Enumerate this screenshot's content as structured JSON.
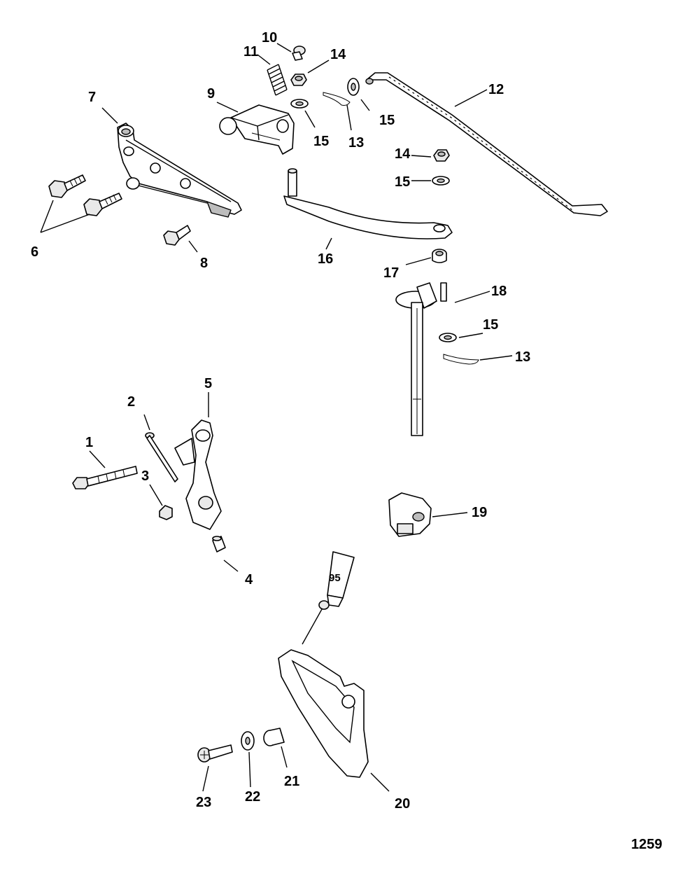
{
  "figure_number": "1259",
  "tube_label": "95",
  "callouts": {
    "c1": "1",
    "c2": "2",
    "c3": "3",
    "c4": "4",
    "c5": "5",
    "c6": "6",
    "c7": "7",
    "c8": "8",
    "c9": "9",
    "c10": "10",
    "c11": "11",
    "c12": "12",
    "c13a": "13",
    "c13b": "13",
    "c14a": "14",
    "c14b": "14",
    "c15a": "15",
    "c15b": "15",
    "c15c": "15",
    "c15d": "15",
    "c16": "16",
    "c17": "17",
    "c18": "18",
    "c19": "19",
    "c20": "20",
    "c21": "21",
    "c22": "22",
    "c23": "23"
  }
}
